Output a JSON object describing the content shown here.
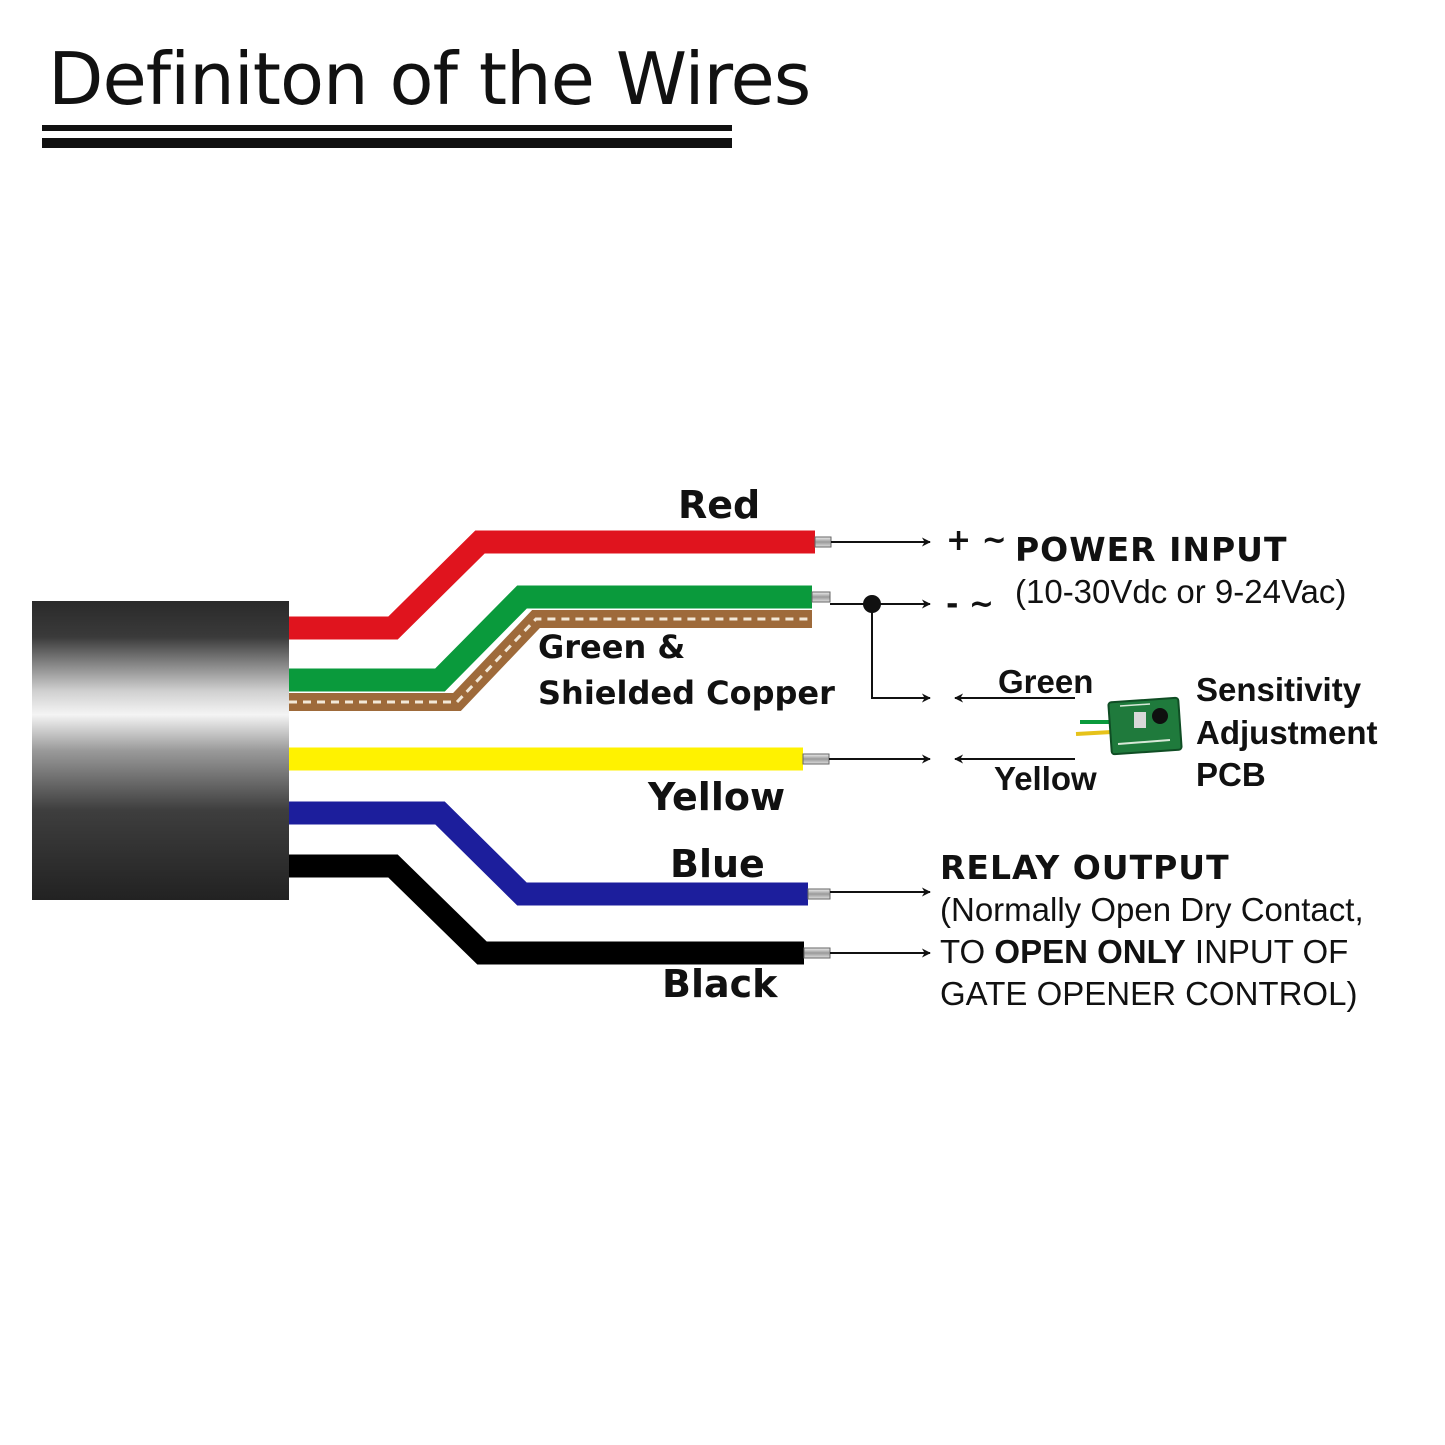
{
  "title": "Definiton of the Wires",
  "wires": {
    "red": {
      "label": "Red",
      "color": "#e0141e"
    },
    "green": {
      "label_line1": "Green &",
      "label_line2": "Shielded Copper",
      "color": "#0a9a3c",
      "copper_color": "#9e6a3a"
    },
    "yellow": {
      "label": "Yellow",
      "color": "#fff200"
    },
    "blue": {
      "label": "Blue",
      "color": "#1c1e9c"
    },
    "black": {
      "label": "Black",
      "color": "#000000"
    }
  },
  "power": {
    "plus_symbol": "+ ~",
    "minus_symbol": "- ~",
    "heading": "POWER INPUT",
    "range": "(10-30Vdc or 9-24Vac)"
  },
  "pcb": {
    "green_label": "Green",
    "yellow_label": "Yellow",
    "line1": "Sensitivity",
    "line2": "Adjustment",
    "line3": "PCB"
  },
  "relay": {
    "heading": "RELAY OUTPUT",
    "line1": "(Normally Open Dry Contact,",
    "line2_pre": "TO ",
    "line2_bold": "OPEN ONLY",
    "line2_post": " INPUT OF",
    "line3": "GATE OPENER CONTROL)"
  }
}
